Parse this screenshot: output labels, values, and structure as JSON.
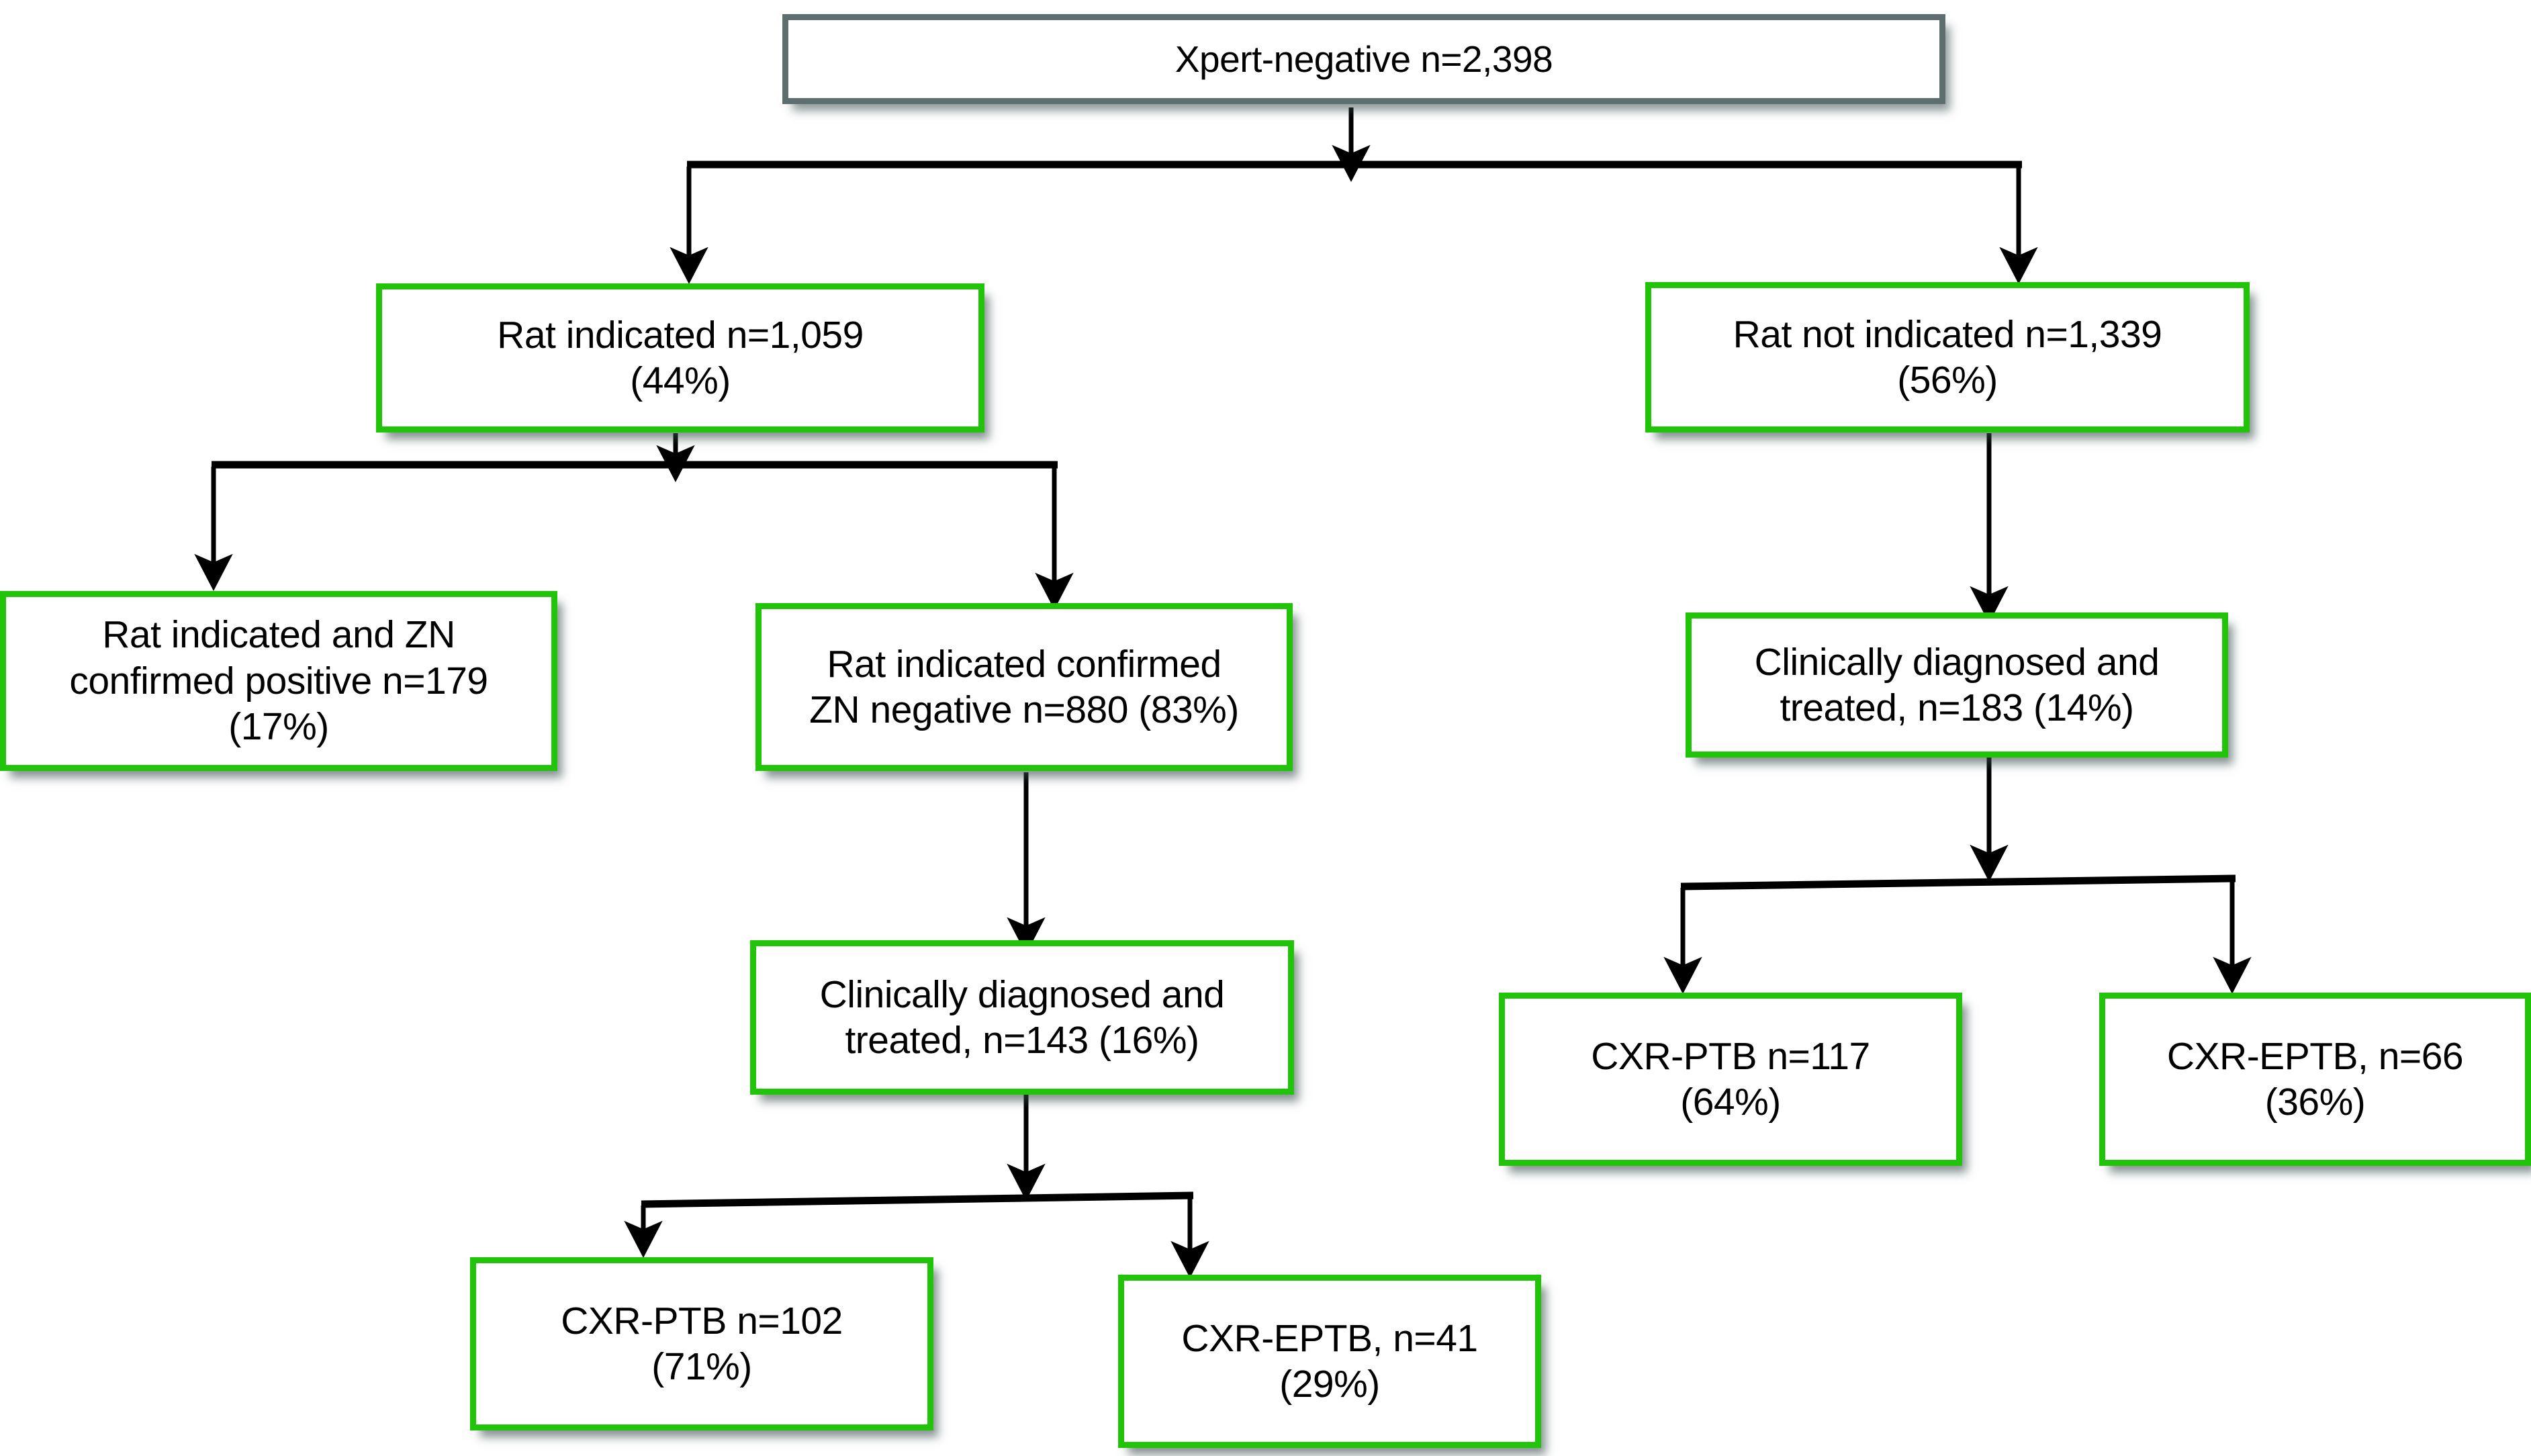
{
  "diagram": {
    "title": "Xpert-negative patient diagnostic pathway flow diagram",
    "colors": {
      "green_border": "#22c40a",
      "slate_border": "#5d6e6e",
      "box_fill": "#ffffff",
      "connector": "#000000",
      "text": "#000000"
    },
    "nodes": {
      "root": {
        "id": "xpert-negative",
        "label": "Xpert-negative n=2,398",
        "count": 2398,
        "percent": null,
        "border": "slate"
      },
      "rat_indicated": {
        "id": "rat-indicated",
        "label": "Rat indicated n=1,059\n(44%)",
        "count": 1059,
        "percent": 44,
        "border": "green"
      },
      "rat_not_indicated": {
        "id": "rat-not-indicated",
        "label": "Rat not indicated n=1,339\n(56%)",
        "count": 1339,
        "percent": 56,
        "border": "green"
      },
      "zn_positive": {
        "id": "rat-indicated-zn-positive",
        "label": "Rat indicated and ZN\nconfirmed positive n=179\n(17%)",
        "count": 179,
        "percent": 17,
        "border": "green"
      },
      "zn_negative": {
        "id": "rat-indicated-zn-negative",
        "label": "Rat indicated confirmed\nZN negative n=880 (83%)",
        "count": 880,
        "percent": 83,
        "border": "green"
      },
      "clin_183": {
        "id": "clinically-diagnosed-183",
        "label": "Clinically diagnosed and\ntreated, n=183 (14%)",
        "count": 183,
        "percent": 14,
        "border": "green"
      },
      "clin_143": {
        "id": "clinically-diagnosed-143",
        "label": "Clinically diagnosed and\ntreated, n=143 (16%)",
        "count": 143,
        "percent": 16,
        "border": "green"
      },
      "cxr_ptb_117": {
        "id": "cxr-ptb-117",
        "label": "CXR-PTB n=117\n(64%)",
        "count": 117,
        "percent": 64,
        "border": "green"
      },
      "cxr_eptb_66": {
        "id": "cxr-eptb-66",
        "label": "CXR-EPTB, n=66\n(36%)",
        "count": 66,
        "percent": 36,
        "border": "green"
      },
      "cxr_ptb_102": {
        "id": "cxr-ptb-102",
        "label": "CXR-PTB n=102\n(71%)",
        "count": 102,
        "percent": 71,
        "border": "green"
      },
      "cxr_eptb_41": {
        "id": "cxr-eptb-41",
        "label": "CXR-EPTB, n=41\n(29%)",
        "count": 41,
        "percent": 29,
        "border": "green"
      }
    },
    "edges": [
      {
        "from": "xpert-negative",
        "to": "rat-indicated"
      },
      {
        "from": "xpert-negative",
        "to": "rat-not-indicated"
      },
      {
        "from": "rat-indicated",
        "to": "rat-indicated-zn-positive"
      },
      {
        "from": "rat-indicated",
        "to": "rat-indicated-zn-negative"
      },
      {
        "from": "rat-not-indicated",
        "to": "clinically-diagnosed-183"
      },
      {
        "from": "rat-indicated-zn-negative",
        "to": "clinically-diagnosed-143"
      },
      {
        "from": "clinically-diagnosed-183",
        "to": "cxr-ptb-117"
      },
      {
        "from": "clinically-diagnosed-183",
        "to": "cxr-eptb-66"
      },
      {
        "from": "clinically-diagnosed-143",
        "to": "cxr-ptb-102"
      },
      {
        "from": "clinically-diagnosed-143",
        "to": "cxr-eptb-41"
      }
    ]
  }
}
